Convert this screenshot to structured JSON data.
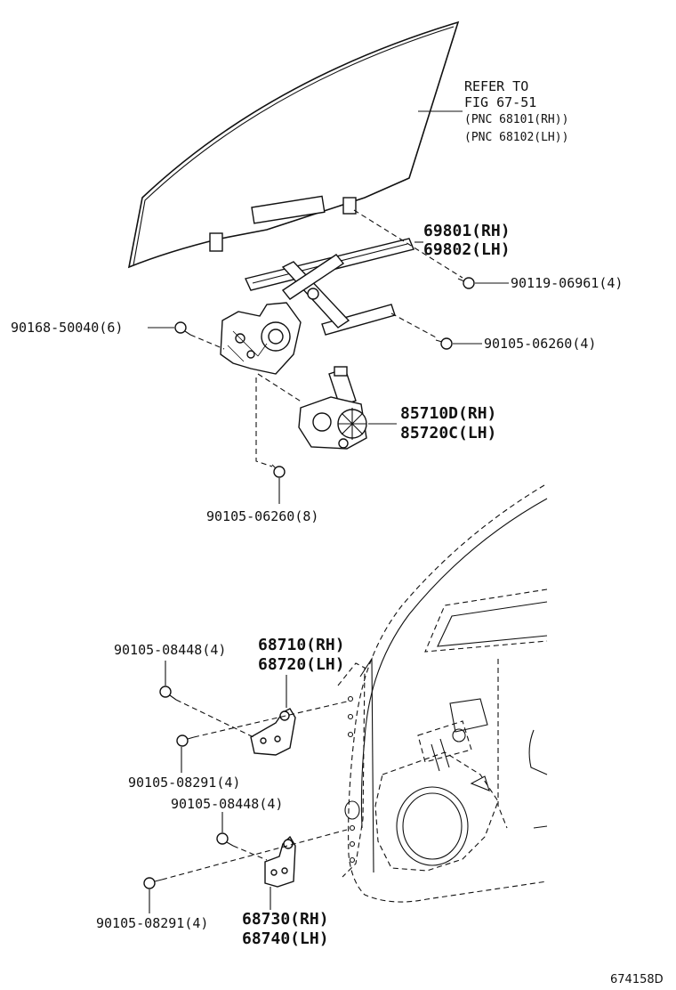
{
  "refer": {
    "line1": "REFER TO",
    "line2": "FIG 67-51",
    "line3": "(PNC 68101(RH))",
    "line4": "(PNC 68102(LH))"
  },
  "labels": {
    "regulator_rh": "69801(RH)",
    "regulator_lh": "69802(LH)",
    "bolt_90119": "90119-06961(4)",
    "bolt_90168": "90168-50040(6)",
    "bolt_90105_06260_4": "90105-06260(4)",
    "motor_rh": "85710D(RH)",
    "motor_lh": "85720C(LH)",
    "bolt_90105_06260_8": "90105-06260(8)",
    "bolt_08448_top": "90105-08448(4)",
    "hinge_upper_rh": "68710(RH)",
    "hinge_upper_lh": "68720(LH)",
    "bolt_08291_top": "90105-08291(4)",
    "bolt_08448_bottom": "90105-08448(4)",
    "bolt_08291_bottom": "90105-08291(4)",
    "hinge_lower_rh": "68730(RH)",
    "hinge_lower_lh": "68740(LH)"
  },
  "figure_id": "674158D"
}
